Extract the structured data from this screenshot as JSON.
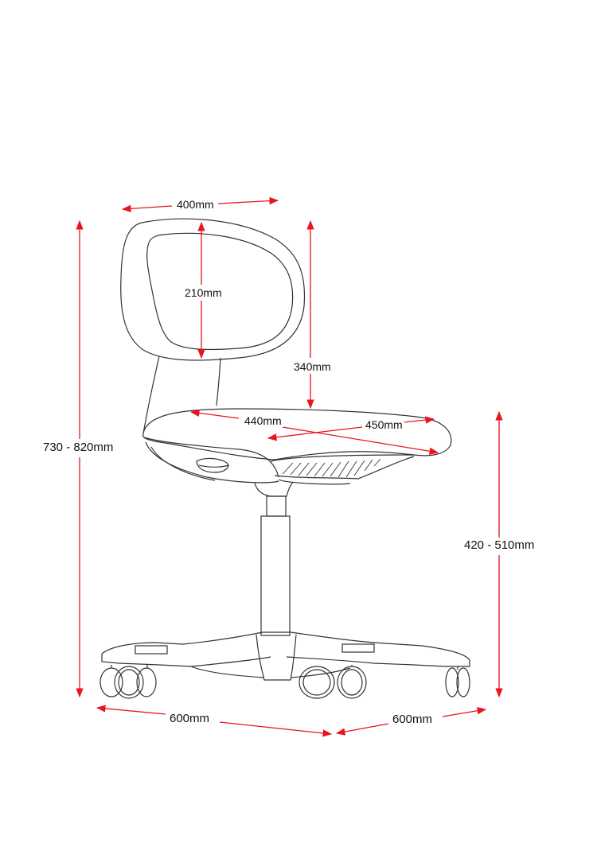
{
  "diagram": {
    "subject": "Office chair dimension drawing",
    "line_color": "#333333",
    "dimension_color": "#e8141e",
    "dimensions": {
      "backrest_width": "400mm",
      "backrest_height": "210mm",
      "seat_to_backrest_top": "340mm",
      "seat_depth": "440mm",
      "seat_width": "450mm",
      "overall_height": "730 - 820mm",
      "seat_height": "420 - 510mm",
      "base_width_left": "600mm",
      "base_width_right": "600mm"
    }
  }
}
